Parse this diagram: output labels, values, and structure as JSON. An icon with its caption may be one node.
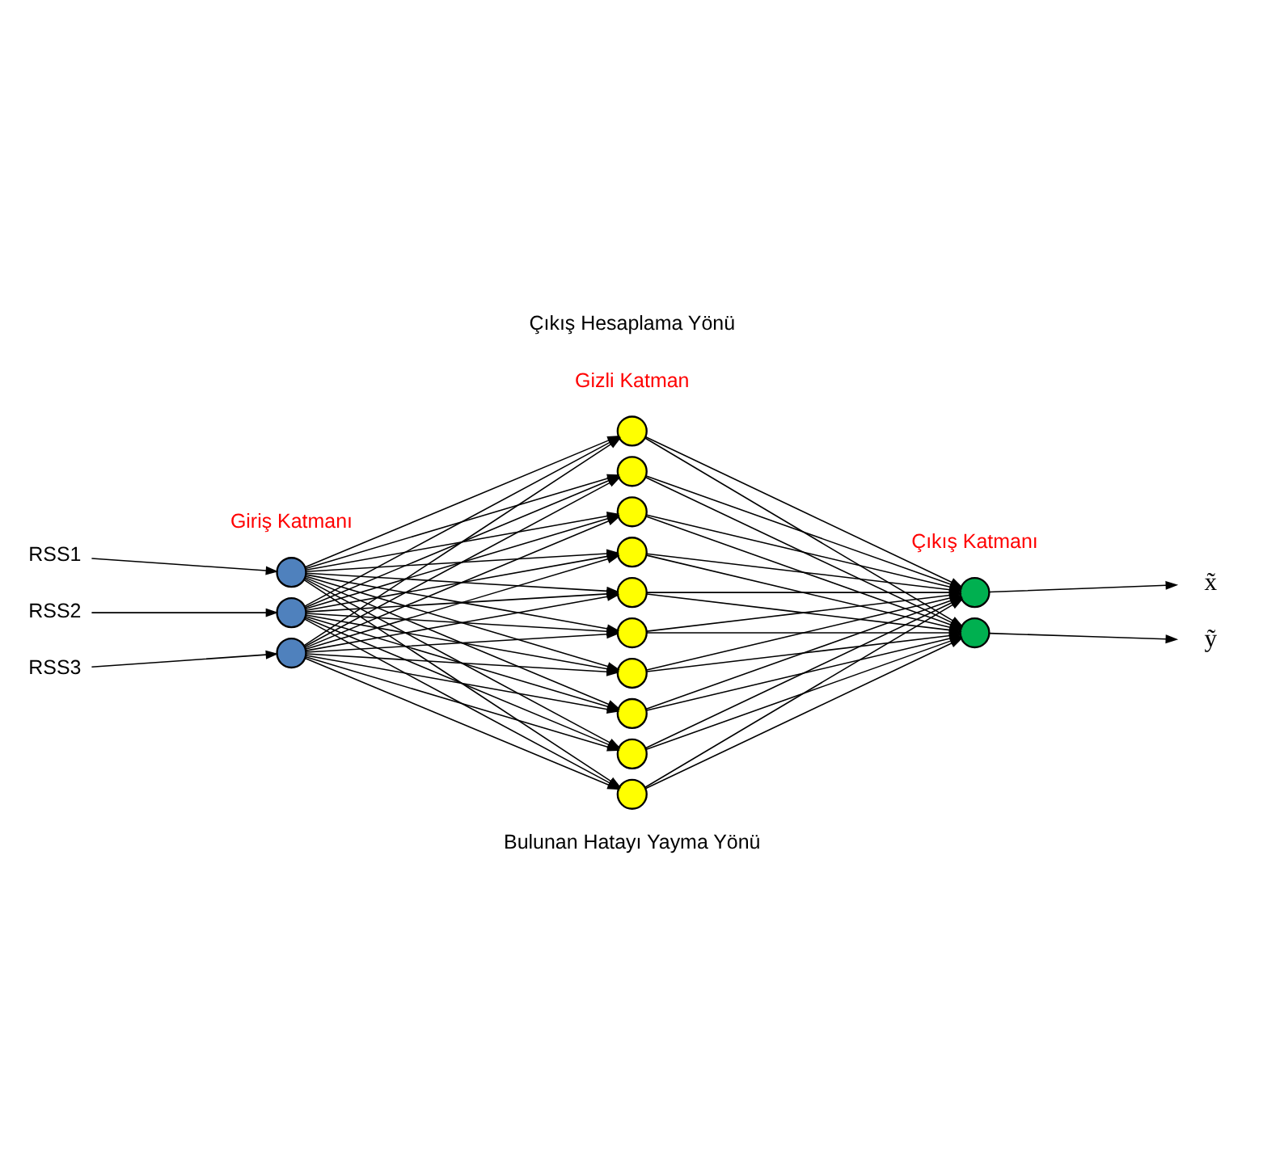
{
  "diagram": {
    "nodes": [
      {
        "text": [
          "RSS1"
        ]
      },
      {
        "text": [
          "RSS2"
        ]
      },
      {
        "text": [
          "RSS3"
        ]
      },
      {
        "text": [],
        "shape": "circle"
      },
      {
        "text": [],
        "shape": "circle"
      },
      {
        "text": [],
        "shape": "circle"
      },
      {
        "text": [],
        "shape": "circle"
      },
      {
        "text": [],
        "shape": "circle"
      },
      {
        "text": [],
        "shape": "circle"
      },
      {
        "text": [],
        "shape": "circle"
      },
      {
        "text": [],
        "shape": "circle"
      },
      {
        "text": [],
        "shape": "circle"
      },
      {
        "text": [],
        "shape": "circle"
      },
      {
        "text": [],
        "shape": "circle"
      },
      {
        "text": [],
        "shape": "circle"
      },
      {
        "text": [],
        "shape": "circle"
      },
      {
        "text": [],
        "shape": "circle"
      },
      {
        "text": [],
        "shape": "circle"
      },
      {
        "text": [
          "x̃"
        ]
      },
      {
        "text": [
          "ỹ"
        ]
      }
    ],
    "edges": [
      {
        "from": 0,
        "to": 3,
        "arrow": "to"
      },
      {
        "from": 1,
        "to": 4,
        "arrow": "to"
      },
      {
        "from": 2,
        "to": 5,
        "arrow": "to"
      },
      {
        "from": 3,
        "to": 6,
        "arrow": "to"
      },
      {
        "from": 3,
        "to": 7,
        "arrow": "to"
      },
      {
        "from": 3,
        "to": 8,
        "arrow": "to"
      },
      {
        "from": 3,
        "to": 9,
        "arrow": "to"
      },
      {
        "from": 3,
        "to": 10,
        "arrow": "to"
      },
      {
        "from": 3,
        "to": 11,
        "arrow": "to"
      },
      {
        "from": 3,
        "to": 12,
        "arrow": "to"
      },
      {
        "from": 3,
        "to": 13,
        "arrow": "to"
      },
      {
        "from": 3,
        "to": 14,
        "arrow": "to"
      },
      {
        "from": 3,
        "to": 15,
        "arrow": "to"
      },
      {
        "from": 4,
        "to": 6,
        "arrow": "to"
      },
      {
        "from": 4,
        "to": 7,
        "arrow": "to"
      },
      {
        "from": 4,
        "to": 8,
        "arrow": "to"
      },
      {
        "from": 4,
        "to": 9,
        "arrow": "to"
      },
      {
        "from": 4,
        "to": 10,
        "arrow": "to"
      },
      {
        "from": 4,
        "to": 11,
        "arrow": "to"
      },
      {
        "from": 4,
        "to": 12,
        "arrow": "to"
      },
      {
        "from": 4,
        "to": 13,
        "arrow": "to"
      },
      {
        "from": 4,
        "to": 14,
        "arrow": "to"
      },
      {
        "from": 4,
        "to": 15,
        "arrow": "to"
      },
      {
        "from": 5,
        "to": 6,
        "arrow": "to"
      },
      {
        "from": 5,
        "to": 7,
        "arrow": "to"
      },
      {
        "from": 5,
        "to": 8,
        "arrow": "to"
      },
      {
        "from": 5,
        "to": 9,
        "arrow": "to"
      },
      {
        "from": 5,
        "to": 10,
        "arrow": "to"
      },
      {
        "from": 5,
        "to": 11,
        "arrow": "to"
      },
      {
        "from": 5,
        "to": 12,
        "arrow": "to"
      },
      {
        "from": 5,
        "to": 13,
        "arrow": "to"
      },
      {
        "from": 5,
        "to": 14,
        "arrow": "to"
      },
      {
        "from": 5,
        "to": 15,
        "arrow": "to"
      },
      {
        "from": 6,
        "to": 16,
        "arrow": "to"
      },
      {
        "from": 6,
        "to": 17,
        "arrow": "to"
      },
      {
        "from": 7,
        "to": 16,
        "arrow": "to"
      },
      {
        "from": 7,
        "to": 17,
        "arrow": "to"
      },
      {
        "from": 8,
        "to": 16,
        "arrow": "to"
      },
      {
        "from": 8,
        "to": 17,
        "arrow": "to"
      },
      {
        "from": 9,
        "to": 16,
        "arrow": "to"
      },
      {
        "from": 9,
        "to": 17,
        "arrow": "to"
      },
      {
        "from": 10,
        "to": 16,
        "arrow": "to"
      },
      {
        "from": 10,
        "to": 17,
        "arrow": "to"
      },
      {
        "from": 11,
        "to": 16,
        "arrow": "to"
      },
      {
        "from": 11,
        "to": 17,
        "arrow": "to"
      },
      {
        "from": 12,
        "to": 16,
        "arrow": "to"
      },
      {
        "from": 12,
        "to": 17,
        "arrow": "to"
      },
      {
        "from": 13,
        "to": 16,
        "arrow": "to"
      },
      {
        "from": 13,
        "to": 17,
        "arrow": "to"
      },
      {
        "from": 14,
        "to": 16,
        "arrow": "to"
      },
      {
        "from": 14,
        "to": 17,
        "arrow": "to"
      },
      {
        "from": 15,
        "to": 16,
        "arrow": "to"
      },
      {
        "from": 15,
        "to": 17,
        "arrow": "to"
      },
      {
        "from": 16,
        "to": 18,
        "arrow": "to"
      },
      {
        "from": 17,
        "to": 19,
        "arrow": "to"
      }
    ],
    "labels": [
      "Çıkış Hesaplama Yönü",
      "Gizli Katman",
      "Giriş Katmanı",
      "Çıkış Katmanı",
      "Bulunan Hatayı Yayma Yönü"
    ]
  }
}
